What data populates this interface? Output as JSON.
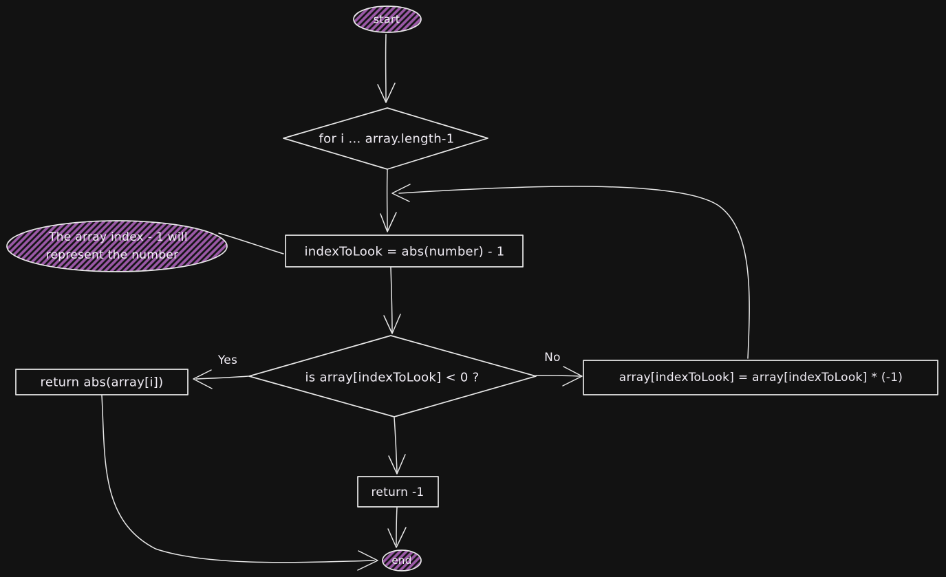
{
  "diagram": {
    "colors": {
      "background": "#121212",
      "stroke": "#e8e8e8",
      "text": "#f2eef6",
      "note_fill": "#9a58a6"
    },
    "nodes": {
      "start": {
        "label": "start"
      },
      "for_loop": {
        "label": "for i ... array.length-1"
      },
      "note": {
        "line1": "The array index - 1 will",
        "line2": "represent the number"
      },
      "assign_index": {
        "label": "indexToLook = abs(number) - 1"
      },
      "condition": {
        "label": "is array[indexToLook] < 0 ?"
      },
      "return_abs": {
        "label": "return abs(array[i])"
      },
      "negate": {
        "label": "array[indexToLook] = array[indexToLook] * (-1)"
      },
      "return_minus1": {
        "label": "return -1"
      },
      "end": {
        "label": "end"
      }
    },
    "edge_labels": {
      "yes": "Yes",
      "no": "No"
    }
  }
}
